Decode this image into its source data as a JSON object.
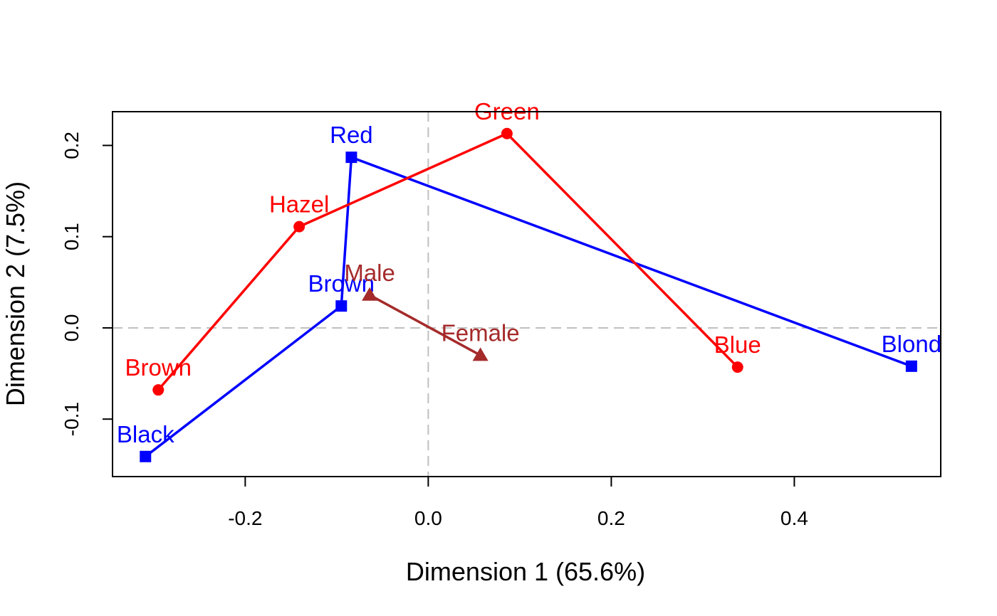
{
  "chart_data": {
    "type": "scatter",
    "title": "",
    "xlabel": "Dimension 1 (65.6%)",
    "ylabel": "Dimension 2 (7.5%)",
    "xlim": [
      -0.345,
      0.56
    ],
    "ylim": [
      -0.163,
      0.237
    ],
    "xticks": [
      -0.2,
      0.0,
      0.2,
      0.4
    ],
    "xtick_labels": [
      "-0.2",
      "0.0",
      "0.2",
      "0.4"
    ],
    "yticks": [
      -0.1,
      0.0,
      0.1,
      0.2
    ],
    "ytick_labels": [
      "-0.1",
      "0.0",
      "0.1",
      "0.2"
    ],
    "grid": false,
    "reference_lines": {
      "x": 0,
      "y": 0,
      "style": "dashed",
      "color": "#c0c0c0"
    },
    "series": [
      {
        "color": "#0000ff",
        "marker": "square",
        "points": [
          {
            "label": "Black",
            "x": -0.309,
            "y": -0.141
          },
          {
            "label": "Brown",
            "x": -0.095,
            "y": 0.024
          },
          {
            "label": "Red",
            "x": -0.084,
            "y": 0.187
          },
          {
            "label": "Blond",
            "x": 0.528,
            "y": -0.042
          }
        ]
      },
      {
        "color": "#ff0000",
        "marker": "circle",
        "points": [
          {
            "label": "Brown",
            "x": -0.295,
            "y": -0.068
          },
          {
            "label": "Hazel",
            "x": -0.141,
            "y": 0.111
          },
          {
            "label": "Green",
            "x": 0.086,
            "y": 0.213
          },
          {
            "label": "Blue",
            "x": 0.338,
            "y": -0.043
          }
        ]
      },
      {
        "color": "#a52a2a",
        "marker": "triangle",
        "points": [
          {
            "label": "Male",
            "x": -0.064,
            "y": 0.036
          },
          {
            "label": "Female",
            "x": 0.057,
            "y": -0.03
          }
        ]
      }
    ]
  }
}
